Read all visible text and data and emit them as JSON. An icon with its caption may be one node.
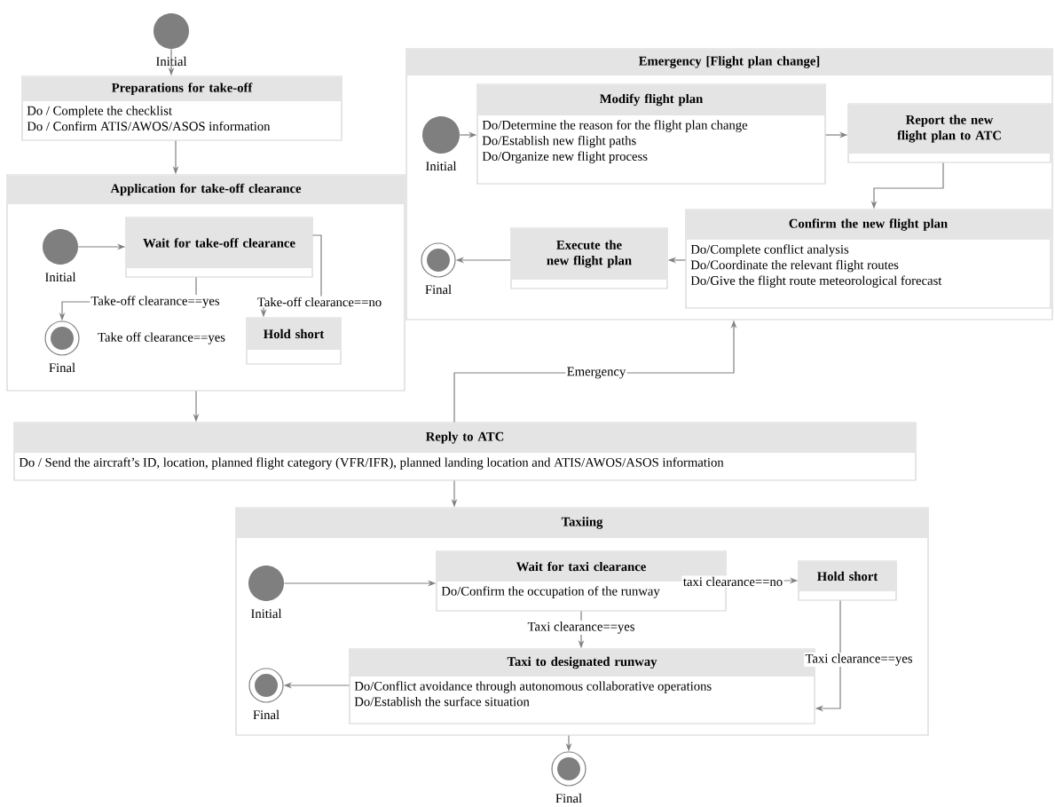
{
  "diagram": {
    "nodes": [
      {
        "text": [],
        "shape": "circle",
        "beside": [
          "Initial"
        ]
      },
      {
        "text": [
          "Preparations for take-off",
          "Do / Complete the checklist",
          "Do / Confirm ATIS/AWOS/ASOS information"
        ]
      },
      {
        "text": [
          "Application for take-off clearance"
        ]
      },
      {
        "text": [],
        "shape": "circle",
        "beside": [
          "Initial"
        ],
        "in": 2
      },
      {
        "text": [
          "Wait for take-off clearance"
        ],
        "in": 2
      },
      {
        "text": [],
        "shape": "bullseye",
        "beside": [
          "Final"
        ],
        "in": 2
      },
      {
        "text": [
          "Hold short"
        ],
        "in": 2
      },
      {
        "text": [
          "Emergency [Flight plan change]"
        ]
      },
      {
        "text": [],
        "shape": "circle",
        "beside": [
          "Initial"
        ],
        "in": 7
      },
      {
        "text": [
          "Modify flight plan",
          "Do/Determine the reason for the flight plan change",
          "Do/Establish new flight paths",
          "Do/Organize new flight process"
        ],
        "in": 7
      },
      {
        "text": [
          "Report the new flight plan to ATC"
        ],
        "in": 7
      },
      {
        "text": [
          "Confirm the new flight plan",
          "Do/Complete conflict analysis",
          "Do/Coordinate the relevant flight routes",
          "Do/Give the flight route meteorological forecast"
        ],
        "in": 7
      },
      {
        "text": [
          "Execute the new flight plan"
        ],
        "in": 7
      },
      {
        "text": [],
        "shape": "bullseye",
        "beside": [
          "Final"
        ],
        "in": 7
      },
      {
        "text": [
          "Reply to ATC",
          "Do / Send the aircraft’s ID, location, planned flight category (VFR/IFR), planned landing location and ATIS/AWOS/ASOS information"
        ]
      },
      {
        "text": [
          "Taxiing"
        ]
      },
      {
        "text": [],
        "shape": "circle",
        "beside": [
          "Initial"
        ],
        "in": 15
      },
      {
        "text": [
          "Wait for taxi clearance",
          "Do/Confirm the occupation of the runway"
        ],
        "in": 15
      },
      {
        "text": [
          "Hold short"
        ],
        "in": 15
      },
      {
        "text": [
          "Taxi to designated runway",
          "Do/Conflict avoidance through autonomous collaborative operations",
          "Do/Establish the surface situation"
        ],
        "in": 15
      },
      {
        "text": [],
        "shape": "bullseye",
        "beside": [
          "Final"
        ],
        "in": 15
      },
      {
        "text": [],
        "shape": "bullseye",
        "beside": [
          "Final"
        ]
      }
    ],
    "edges": [
      {
        "from": 0,
        "to": 1,
        "arrow": "to"
      },
      {
        "from": 1,
        "to": 2,
        "arrow": "to"
      },
      {
        "from": 3,
        "to": 4,
        "arrow": "to"
      },
      {
        "from": 4,
        "to": 5,
        "arrow": "to",
        "label": "Take-off clearance==yes"
      },
      {
        "from": 4,
        "to": 6,
        "arrow": "to",
        "label": "Take-off clearance==no"
      },
      {
        "from": 2,
        "to": 14,
        "arrow": "to"
      },
      {
        "from": 8,
        "to": 9,
        "arrow": "to"
      },
      {
        "from": 9,
        "to": 10,
        "arrow": "to"
      },
      {
        "from": 10,
        "to": 11,
        "arrow": "to"
      },
      {
        "from": 11,
        "to": 12,
        "arrow": "to"
      },
      {
        "from": 12,
        "to": 13,
        "arrow": "to"
      },
      {
        "from": 14,
        "to": 7,
        "arrow": "to",
        "label": "Emergency"
      },
      {
        "from": 14,
        "to": 15,
        "arrow": "to"
      },
      {
        "from": 16,
        "to": 17,
        "arrow": "to"
      },
      {
        "from": 17,
        "to": 18,
        "arrow": "to",
        "label": "taxi clearance==no"
      },
      {
        "from": 17,
        "to": 19,
        "arrow": "to",
        "label": "Taxi clearance==yes"
      },
      {
        "from": 18,
        "to": 19,
        "arrow": "to",
        "label": "Taxi clearance==yes"
      },
      {
        "from": 19,
        "to": 20,
        "arrow": "to"
      },
      {
        "from": 15,
        "to": 21,
        "arrow": "to"
      }
    ],
    "labels": [
      "Take off clearance==yes"
    ]
  }
}
